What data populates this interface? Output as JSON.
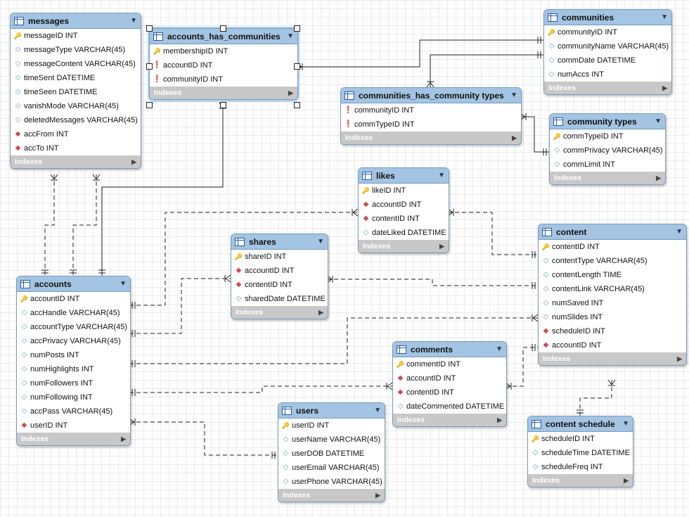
{
  "tables": {
    "messages": {
      "name": "messages",
      "indexes": "Indexes",
      "columns": [
        {
          "label": "messageID INT",
          "kind": "pk"
        },
        {
          "label": "messageType VARCHAR(45)",
          "kind": "col"
        },
        {
          "label": "messageContent VARCHAR(45)",
          "kind": "col"
        },
        {
          "label": "timeSent DATETIME",
          "kind": "col"
        },
        {
          "label": "timeSeen DATETIME",
          "kind": "col"
        },
        {
          "label": "vanishMode VARCHAR(45)",
          "kind": "col"
        },
        {
          "label": "deletedMessages VARCHAR(45)",
          "kind": "col"
        },
        {
          "label": "accFrom INT",
          "kind": "fkd"
        },
        {
          "label": "accTo INT",
          "kind": "fkd"
        }
      ]
    },
    "accounts_has_communities": {
      "name": "accounts_has_communities",
      "indexes": "Indexes",
      "columns": [
        {
          "label": "membershipID INT",
          "kind": "pk"
        },
        {
          "label": "accountID INT",
          "kind": "fk"
        },
        {
          "label": "communityID INT",
          "kind": "fk"
        }
      ]
    },
    "communities": {
      "name": "communities",
      "indexes": "Indexes",
      "columns": [
        {
          "label": "communityID INT",
          "kind": "pk"
        },
        {
          "label": "communityName VARCHAR(45)",
          "kind": "col"
        },
        {
          "label": "commDate DATETIME",
          "kind": "col"
        },
        {
          "label": "numAccs INT",
          "kind": "col"
        }
      ]
    },
    "communities_has_community_types": {
      "name": "communities_has_community types",
      "indexes": "Indexes",
      "columns": [
        {
          "label": "communityID INT",
          "kind": "fk"
        },
        {
          "label": "commTypeID INT",
          "kind": "fk"
        }
      ]
    },
    "community_types": {
      "name": "community types",
      "indexes": "Indexes",
      "columns": [
        {
          "label": "commTypeID INT",
          "kind": "pk"
        },
        {
          "label": "commPrivacy VARCHAR(45)",
          "kind": "col"
        },
        {
          "label": "commLimit INT",
          "kind": "col"
        }
      ]
    },
    "likes": {
      "name": "likes",
      "indexes": "Indexes",
      "columns": [
        {
          "label": "likeID INT",
          "kind": "pk"
        },
        {
          "label": "accountID INT",
          "kind": "fkd"
        },
        {
          "label": "contentID INT",
          "kind": "fkd"
        },
        {
          "label": "dateLiked DATETIME",
          "kind": "col"
        }
      ]
    },
    "shares": {
      "name": "shares",
      "indexes": "Indexes",
      "columns": [
        {
          "label": "shareID INT",
          "kind": "pk"
        },
        {
          "label": "accountID INT",
          "kind": "fkd"
        },
        {
          "label": "contentID INT",
          "kind": "fkd"
        },
        {
          "label": "sharedDate DATETIME",
          "kind": "col"
        }
      ]
    },
    "content": {
      "name": "content",
      "indexes": "Indexes",
      "columns": [
        {
          "label": "contentID INT",
          "kind": "pk"
        },
        {
          "label": "contentType VARCHAR(45)",
          "kind": "col"
        },
        {
          "label": "contentLength TIME",
          "kind": "col"
        },
        {
          "label": "contentLink VARCHAR(45)",
          "kind": "col"
        },
        {
          "label": "numSaved INT",
          "kind": "col"
        },
        {
          "label": "numSlides INT",
          "kind": "col"
        },
        {
          "label": "scheduleID INT",
          "kind": "fkd"
        },
        {
          "label": "accountID INT",
          "kind": "fkd"
        }
      ]
    },
    "accounts": {
      "name": "accounts",
      "indexes": "Indexes",
      "columns": [
        {
          "label": "accountID INT",
          "kind": "pk"
        },
        {
          "label": "accHandle VARCHAR(45)",
          "kind": "col"
        },
        {
          "label": "accountType VARCHAR(45)",
          "kind": "col"
        },
        {
          "label": "accPrivacy VARCHAR(45)",
          "kind": "col"
        },
        {
          "label": "numPosts INT",
          "kind": "col"
        },
        {
          "label": "numHighlights INT",
          "kind": "col"
        },
        {
          "label": "numFollowers INT",
          "kind": "col"
        },
        {
          "label": "numFollowing INT",
          "kind": "col"
        },
        {
          "label": "accPass VARCHAR(45)",
          "kind": "col"
        },
        {
          "label": "userID INT",
          "kind": "fkd"
        }
      ]
    },
    "comments": {
      "name": "comments",
      "indexes": "Indexes",
      "columns": [
        {
          "label": "commentID INT",
          "kind": "pk"
        },
        {
          "label": "accountID INT",
          "kind": "fkd"
        },
        {
          "label": "contentID INT",
          "kind": "fkd"
        },
        {
          "label": "dateCommented DATETIME",
          "kind": "col"
        }
      ]
    },
    "users": {
      "name": "users",
      "indexes": "Indexes",
      "columns": [
        {
          "label": "userID INT",
          "kind": "pk"
        },
        {
          "label": "userName VARCHAR(45)",
          "kind": "col"
        },
        {
          "label": "userDOB DATETIME",
          "kind": "col"
        },
        {
          "label": "userEmail VARCHAR(45)",
          "kind": "col"
        },
        {
          "label": "userPhone VARCHAR(45)",
          "kind": "col"
        }
      ]
    },
    "content_schedule": {
      "name": "content schedule",
      "indexes": "Indexes",
      "columns": [
        {
          "label": "scheduleID INT",
          "kind": "pk"
        },
        {
          "label": "scheduleTime DATETIME",
          "kind": "col"
        },
        {
          "label": "scheduleFreq INT",
          "kind": "col"
        }
      ]
    }
  },
  "colors": {
    "header": "#a3c4e2",
    "border": "#7a9cbf",
    "indexes_bar": "#c8c8c8",
    "connector": "#222222",
    "selection": "#a9d3f0"
  },
  "icons": {
    "table": "table-icon",
    "pk": "key-icon",
    "fk": "foreign-key-icon",
    "col": "diamond-icon",
    "menu": "triangle-down-icon",
    "expand": "triangle-right-icon"
  }
}
